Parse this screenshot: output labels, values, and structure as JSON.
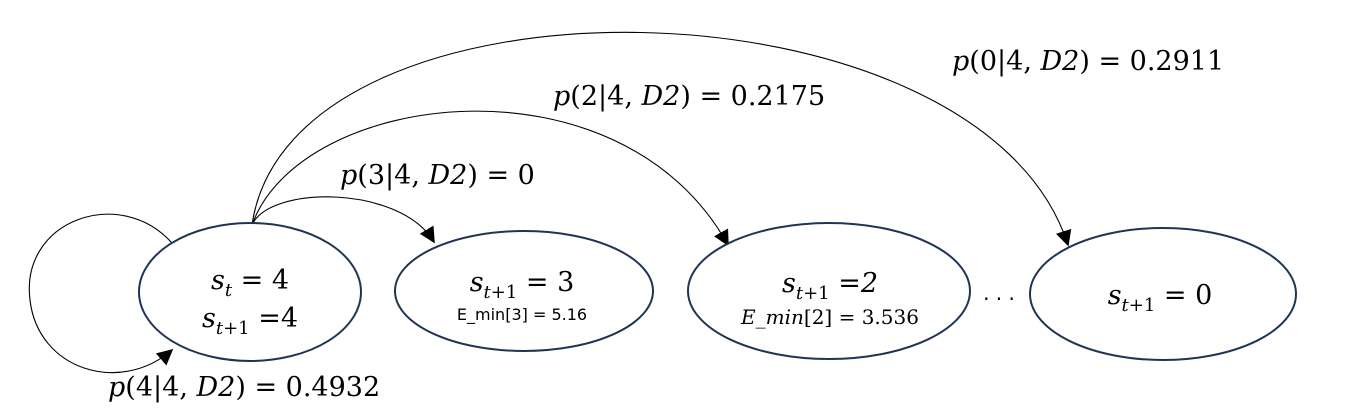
{
  "nodes": {
    "s4": {
      "state": "4",
      "next_state": "4"
    },
    "s3": {
      "next_state": "3",
      "emin_label": "E_min",
      "emin_index": "3",
      "emin_value": "5.16"
    },
    "s2": {
      "next_state": "2",
      "emin_label": "E_min",
      "emin_index": "2",
      "emin_value": "3.536"
    },
    "s0": {
      "next_state": "0"
    }
  },
  "ellipsis": ". . .",
  "edges": {
    "to_self": {
      "to": "4",
      "from": "4",
      "param": "D2",
      "prob": "0.4932"
    },
    "to_3": {
      "to": "3",
      "from": "4",
      "param": "D2",
      "prob": "0"
    },
    "to_2": {
      "to": "2",
      "from": "4",
      "param": "D2",
      "prob": "0.2175"
    },
    "to_0": {
      "to": "0",
      "from": "4",
      "param": "D2",
      "prob": "0.2911"
    }
  },
  "colors": {
    "node_stroke": "#1f3553",
    "edge": "#000000",
    "text": "#000000"
  }
}
